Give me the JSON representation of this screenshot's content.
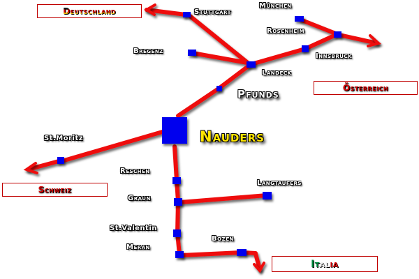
{
  "map": {
    "hub": {
      "id": "nauders",
      "label": "Nauders"
    },
    "colors": {
      "route": "#ee1111",
      "route_shadow": "#555555",
      "stop": "#0000ee",
      "stop_shadow": "#333333",
      "hub_text": "#ffe400",
      "country_text": "#d40000",
      "country_border": "#c00000"
    },
    "stops": [
      {
        "id": "stuttgart",
        "label": "Stuttgart"
      },
      {
        "id": "muenchen",
        "label": "München"
      },
      {
        "id": "rosenheim",
        "label": "Rosenheim"
      },
      {
        "id": "innsbruck",
        "label": "Innsbruck"
      },
      {
        "id": "bregenz",
        "label": "Bregenz"
      },
      {
        "id": "landeck",
        "label": "Landeck"
      },
      {
        "id": "pfunds",
        "label": "Pfunds"
      },
      {
        "id": "stmoritz",
        "label": "St.Moritz"
      },
      {
        "id": "reschen",
        "label": "Reschen"
      },
      {
        "id": "graun",
        "label": "Graun"
      },
      {
        "id": "langtaufers",
        "label": "Langtaufers"
      },
      {
        "id": "stvalentin",
        "label": "St.Valentin"
      },
      {
        "id": "meran",
        "label": "Meran"
      },
      {
        "id": "bozen",
        "label": "Bozen"
      }
    ],
    "countries": [
      {
        "id": "deutschland",
        "label": "Deutschland"
      },
      {
        "id": "oesterreich",
        "label": "Österreich"
      },
      {
        "id": "schweiz",
        "label": "Schweiz"
      },
      {
        "id": "italia",
        "label": "Italia"
      }
    ]
  }
}
